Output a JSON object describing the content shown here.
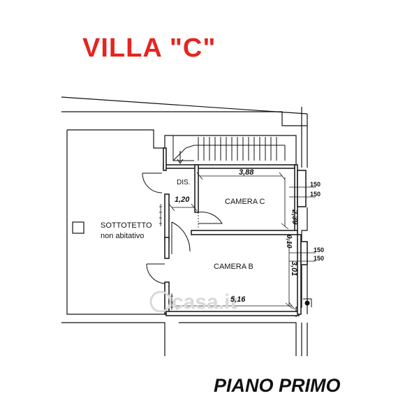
{
  "title": "VILLA \"C\"",
  "footer": "PIANO PRIMO",
  "rooms": {
    "dis": "DIS.",
    "camera_c": "CAMERA C",
    "camera_b": "CAMERA B",
    "sottotetto": "SOTTOTETTO",
    "sottotetto_note": "non abitativo"
  },
  "dimensions": {
    "camera_c_width": "3,88",
    "camera_c_depth": "2,39",
    "dis_width": "1,20",
    "wall_thickness": "0,10",
    "camera_b_depth": "3,01",
    "camera_b_width": "5,16"
  },
  "windows": {
    "camera_c_top": "150",
    "camera_c_bottom": "150",
    "camera_b_top": "150",
    "camera_b_bottom": "150"
  },
  "watermark": "casa.it",
  "colors": {
    "title": "#e52520",
    "lines": "#111111",
    "watermark": "#d9d9d9"
  }
}
